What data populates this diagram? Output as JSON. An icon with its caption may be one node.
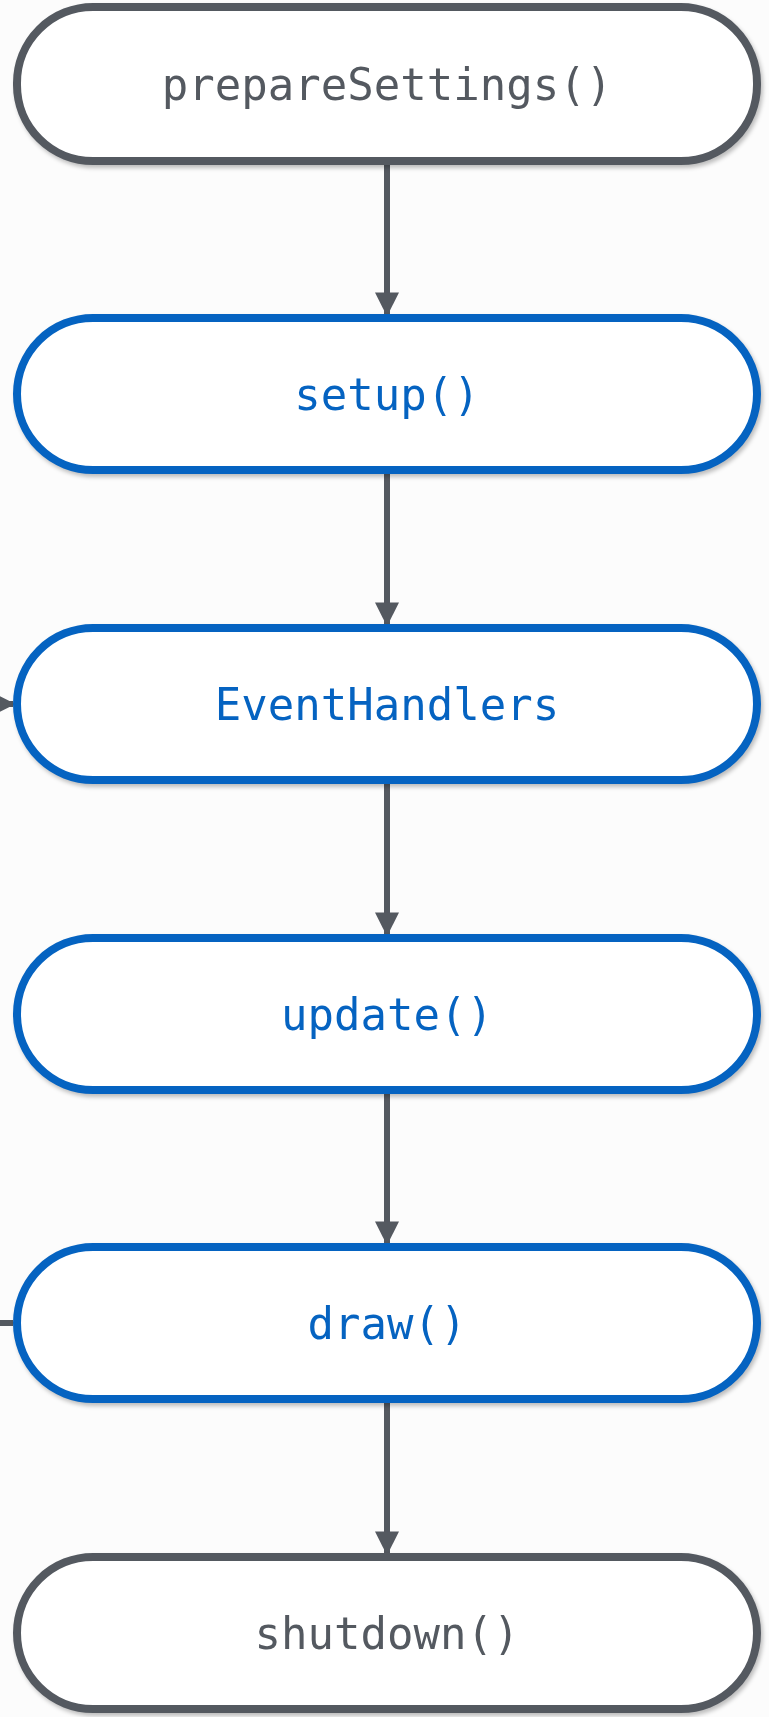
{
  "diagram": {
    "nodes": [
      {
        "text": [
          "prepareSettings()"
        ]
      },
      {
        "text": [
          "setup()"
        ]
      },
      {
        "text": [
          "EventHandlers"
        ]
      },
      {
        "text": [
          "update()"
        ]
      },
      {
        "text": [
          "draw()"
        ]
      },
      {
        "text": [
          "shutdown()"
        ]
      }
    ],
    "edges": [
      {
        "from": 0,
        "to": 1,
        "arrow": "to"
      },
      {
        "from": 1,
        "to": 2,
        "arrow": "to"
      },
      {
        "from": 2,
        "to": 3,
        "arrow": "to"
      },
      {
        "from": 3,
        "to": 4,
        "arrow": "to"
      },
      {
        "from": 4,
        "to": 5,
        "arrow": "to"
      },
      {
        "from": null,
        "to": 2,
        "arrow": "to"
      },
      {
        "from": 4,
        "to": null,
        "arrow": "none"
      }
    ]
  }
}
